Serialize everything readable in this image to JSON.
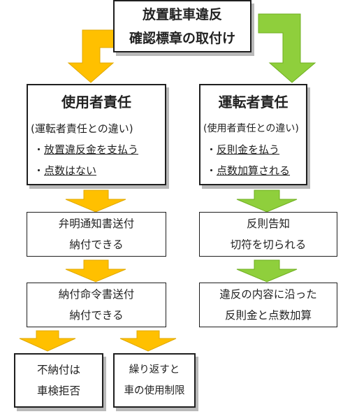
{
  "title": {
    "line1": "放置駐車違反",
    "line2": "確認標章の取付け"
  },
  "colors": {
    "orange": "#FFC000",
    "green": "#8FCF3C"
  },
  "left": {
    "heading": "使用者責任",
    "note": "(運転者責任との違い)",
    "bullet1_prefix": "・",
    "bullet1": "放置違反金を支払う",
    "bullet2_prefix": "・",
    "bullet2": "点数はない",
    "step1": {
      "line1": "弁明通知書送付",
      "line2": "納付できる"
    },
    "step2": {
      "line1": "納付命令書送付",
      "line2": "納付できる"
    },
    "end1": {
      "line1": "不納付は",
      "line2": "車検拒否"
    },
    "end2": {
      "line1": "繰り返すと",
      "line2": "車の使用制限"
    }
  },
  "right": {
    "heading": "運転者責任",
    "note": "(使用者責任との違い)",
    "bullet1_prefix": "・",
    "bullet1": "反則金を払う",
    "bullet2_prefix": "・",
    "bullet2": "点数加算される",
    "step1": {
      "line1": "反則告知",
      "line2": "切符を切られる"
    },
    "step2": {
      "line1": "違反の内容に沿った",
      "line2": "反則金と点数加算"
    }
  }
}
